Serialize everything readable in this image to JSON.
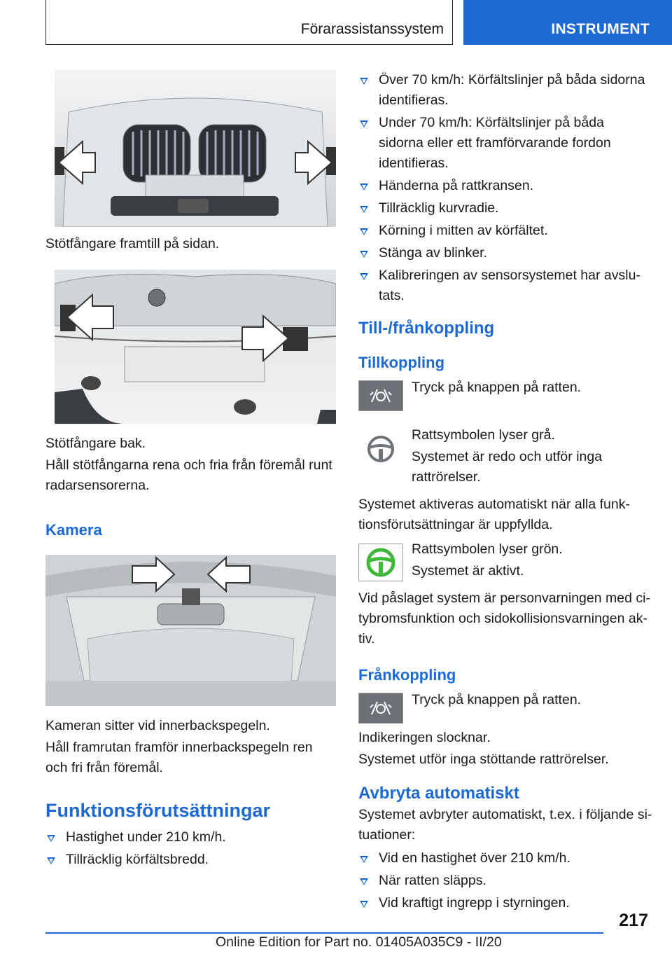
{
  "header": {
    "section_title": "Förarassistanssystem",
    "tab_label": "INSTRUMENT"
  },
  "left": {
    "caption1": "Stötfångare framtill på sidan.",
    "caption2": "Stötfångare bak.",
    "para_keep_clean": "Håll stötfångarna rena och fria från föremål runt radarsensorerna.",
    "heading_camera": "Kamera",
    "caption3": "Kameran sitter vid innerbackspegeln.",
    "para_windshield": "Håll framrutan framför innerbackspegeln ren och fri från föremål.",
    "heading_prereq": "Funktionsförutsättningar",
    "prereq_items": [
      "Hastighet under 210 km/h.",
      "Tillräcklig körfältsbredd."
    ]
  },
  "right": {
    "prereq_items": [
      "Över 70 km/h: Körfältslinjer på båda sidorna identifieras.",
      "Under 70 km/h: Körfältslinjer på båda sidorna eller ett framförvarande fordon identifieras.",
      "Händerna på rattkransen.",
      "Tillräcklig kurvradie.",
      "Körning i mitten av körfältet.",
      "Stänga av blinker.",
      "Kalibreringen av sensorsystemet har avslu­tats."
    ],
    "heading_onoff": "Till-/frånkoppling",
    "heading_on": "Tillkoppling",
    "on_press": "Tryck på knappen på ratten.",
    "grey_symbol": "Rattsymbolen lyser grå.",
    "grey_ready": "Systemet är redo och utför inga rattrörel­ser.",
    "auto_activate": "Systemet aktiveras automatiskt när alla funk­tionsförutsättningar är uppfyllda.",
    "green_symbol": "Rattsymbolen lyser grön.",
    "green_active": "Systemet är aktivt.",
    "warning_active": "Vid påslaget system är personvarningen med ci­tybromsfunktion och sidokollisionsvarningen ak­tiv.",
    "heading_off": "Frånkoppling",
    "off_press": "Tryck på knappen på ratten.",
    "off_indicator": "Indikeringen slocknar.",
    "off_no_steer": "Systemet utför inga stöttande rattrörelser.",
    "heading_abort": "Avbryta automatiskt",
    "abort_intro": "Systemet avbryter automatiskt, t.ex. i följande si­tuationer:",
    "abort_items": [
      "Vid en hastighet över 210 km/h.",
      "När ratten släpps.",
      "Vid kraftigt ingrepp i styrningen."
    ]
  },
  "footer": {
    "page_number": "217",
    "edition": "Online Edition for Part no. 01405A035C9 - II/20"
  },
  "colors": {
    "accent": "#1c69d4",
    "steering_green": "#3fb83a"
  }
}
